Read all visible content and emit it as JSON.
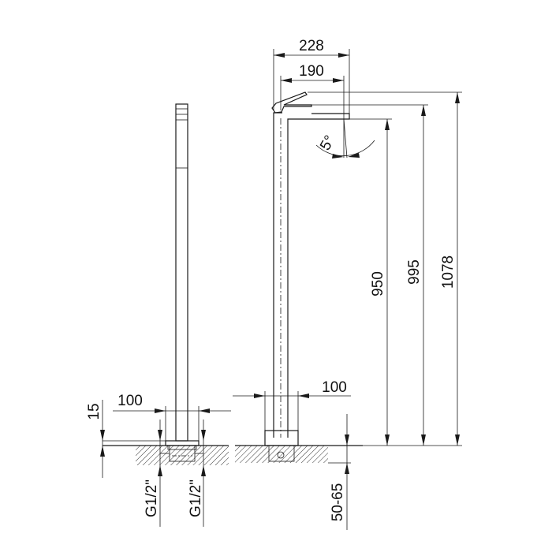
{
  "dimensions": {
    "width_total": "228",
    "width_spout": "190",
    "angle": "5°",
    "height_spout_bottom": "950",
    "height_spout_top": "995",
    "height_total": "1078",
    "base_left": "100",
    "base_right": "100",
    "plate_thickness": "15",
    "connection_left": "G1/2\"",
    "connection_right": "G1/2\"",
    "embed_depth": "50-65"
  },
  "colors": {
    "line": "#1a1a1a",
    "background": "#ffffff"
  }
}
